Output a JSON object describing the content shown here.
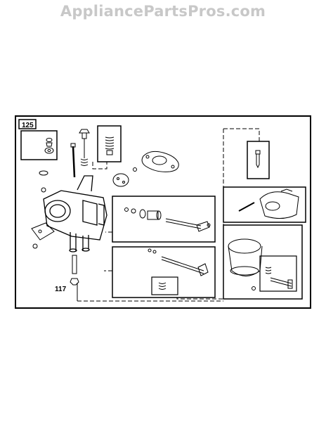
{
  "watermark": {
    "text": "AppliancePartsPros.com"
  },
  "diagram": {
    "box_label": "125",
    "part_label": "117"
  }
}
